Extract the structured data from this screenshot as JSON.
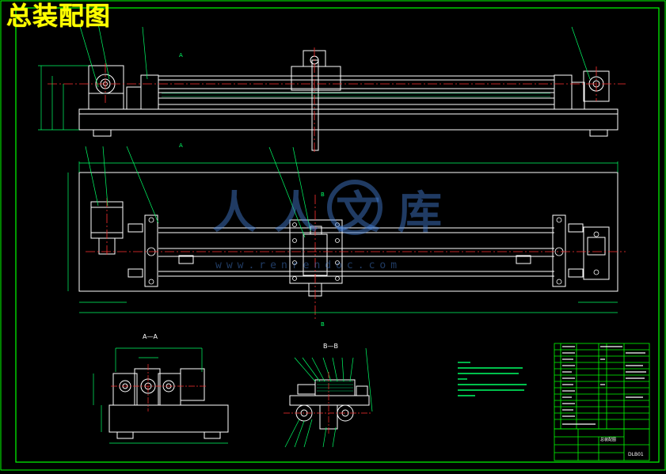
{
  "drawing": {
    "title": "总装配图",
    "watermark_text": "人人文库",
    "watermark_url": "www.renrendoc.com",
    "section_labels": {
      "aa_view": "A—A",
      "bb_view": "B—B",
      "marker_a": "A",
      "marker_b": "B"
    },
    "title_block": {
      "drawing_number": "DLB01",
      "drawing_name": "总装配图"
    }
  },
  "colors": {
    "background": "#000000",
    "frame": "#00ff00",
    "outline": "#ffffff",
    "center_line": "#ff3030",
    "dimension": "#00ff66",
    "title_text": "#ffff00",
    "hatch": "#00cc66"
  }
}
